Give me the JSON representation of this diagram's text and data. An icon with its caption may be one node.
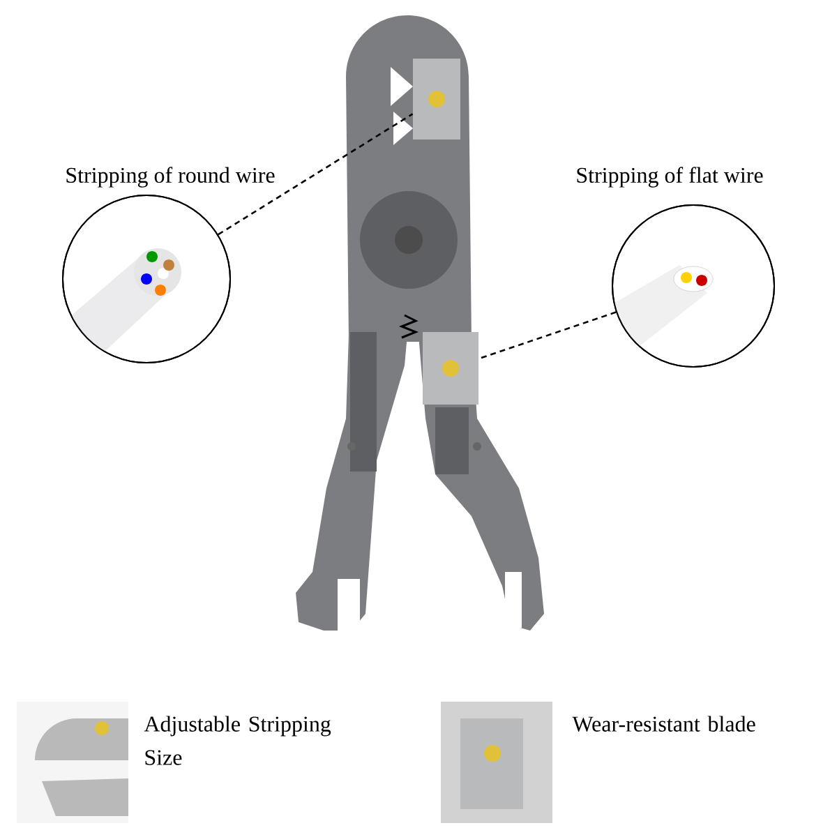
{
  "diagram": {
    "nodes": [
      {
        "text": [
          "Stripping of round wire"
        ]
      },
      {
        "text": [
          "Stripping of flat wire"
        ]
      },
      {
        "text": [],
        "shape": "picture"
      },
      {
        "text": [],
        "shape": "picture",
        "in": 2
      },
      {
        "text": [],
        "shape": "picture",
        "in": 2
      }
    ],
    "edges": [
      {
        "from": 0,
        "to": 3,
        "arrow": "none",
        "style": "dashed"
      },
      {
        "from": 1,
        "to": 4,
        "arrow": "none",
        "style": "dashed"
      }
    ],
    "labels": [
      "Adjustable Stripping Size",
      "Wear-resistant blade"
    ]
  }
}
